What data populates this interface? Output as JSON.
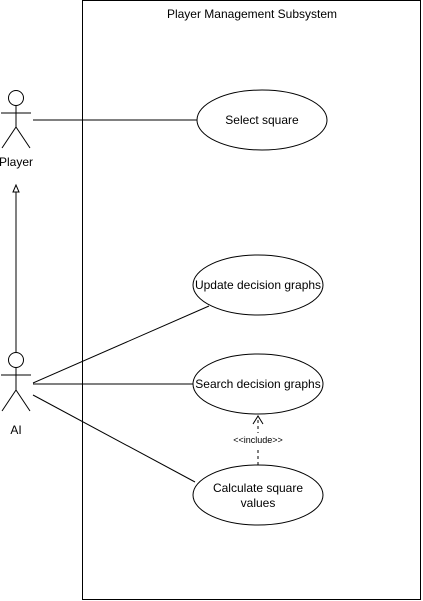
{
  "system_boundary": {
    "title": "Player Management Subsystem"
  },
  "actors": {
    "player": {
      "label": "Player"
    },
    "ai": {
      "label": "AI"
    }
  },
  "use_cases": {
    "select_square": {
      "line1": "Select square"
    },
    "update_decision_graphs": {
      "line1": "Update decision graphs"
    },
    "search_decision_graphs": {
      "line1": "Search decision graphs"
    },
    "calculate_square_values": {
      "line1": "Calculate square",
      "line2": "values"
    }
  },
  "relationships": {
    "include_label": "<<include>>"
  },
  "colors": {
    "stroke": "#000000",
    "fill": "#ffffff"
  }
}
